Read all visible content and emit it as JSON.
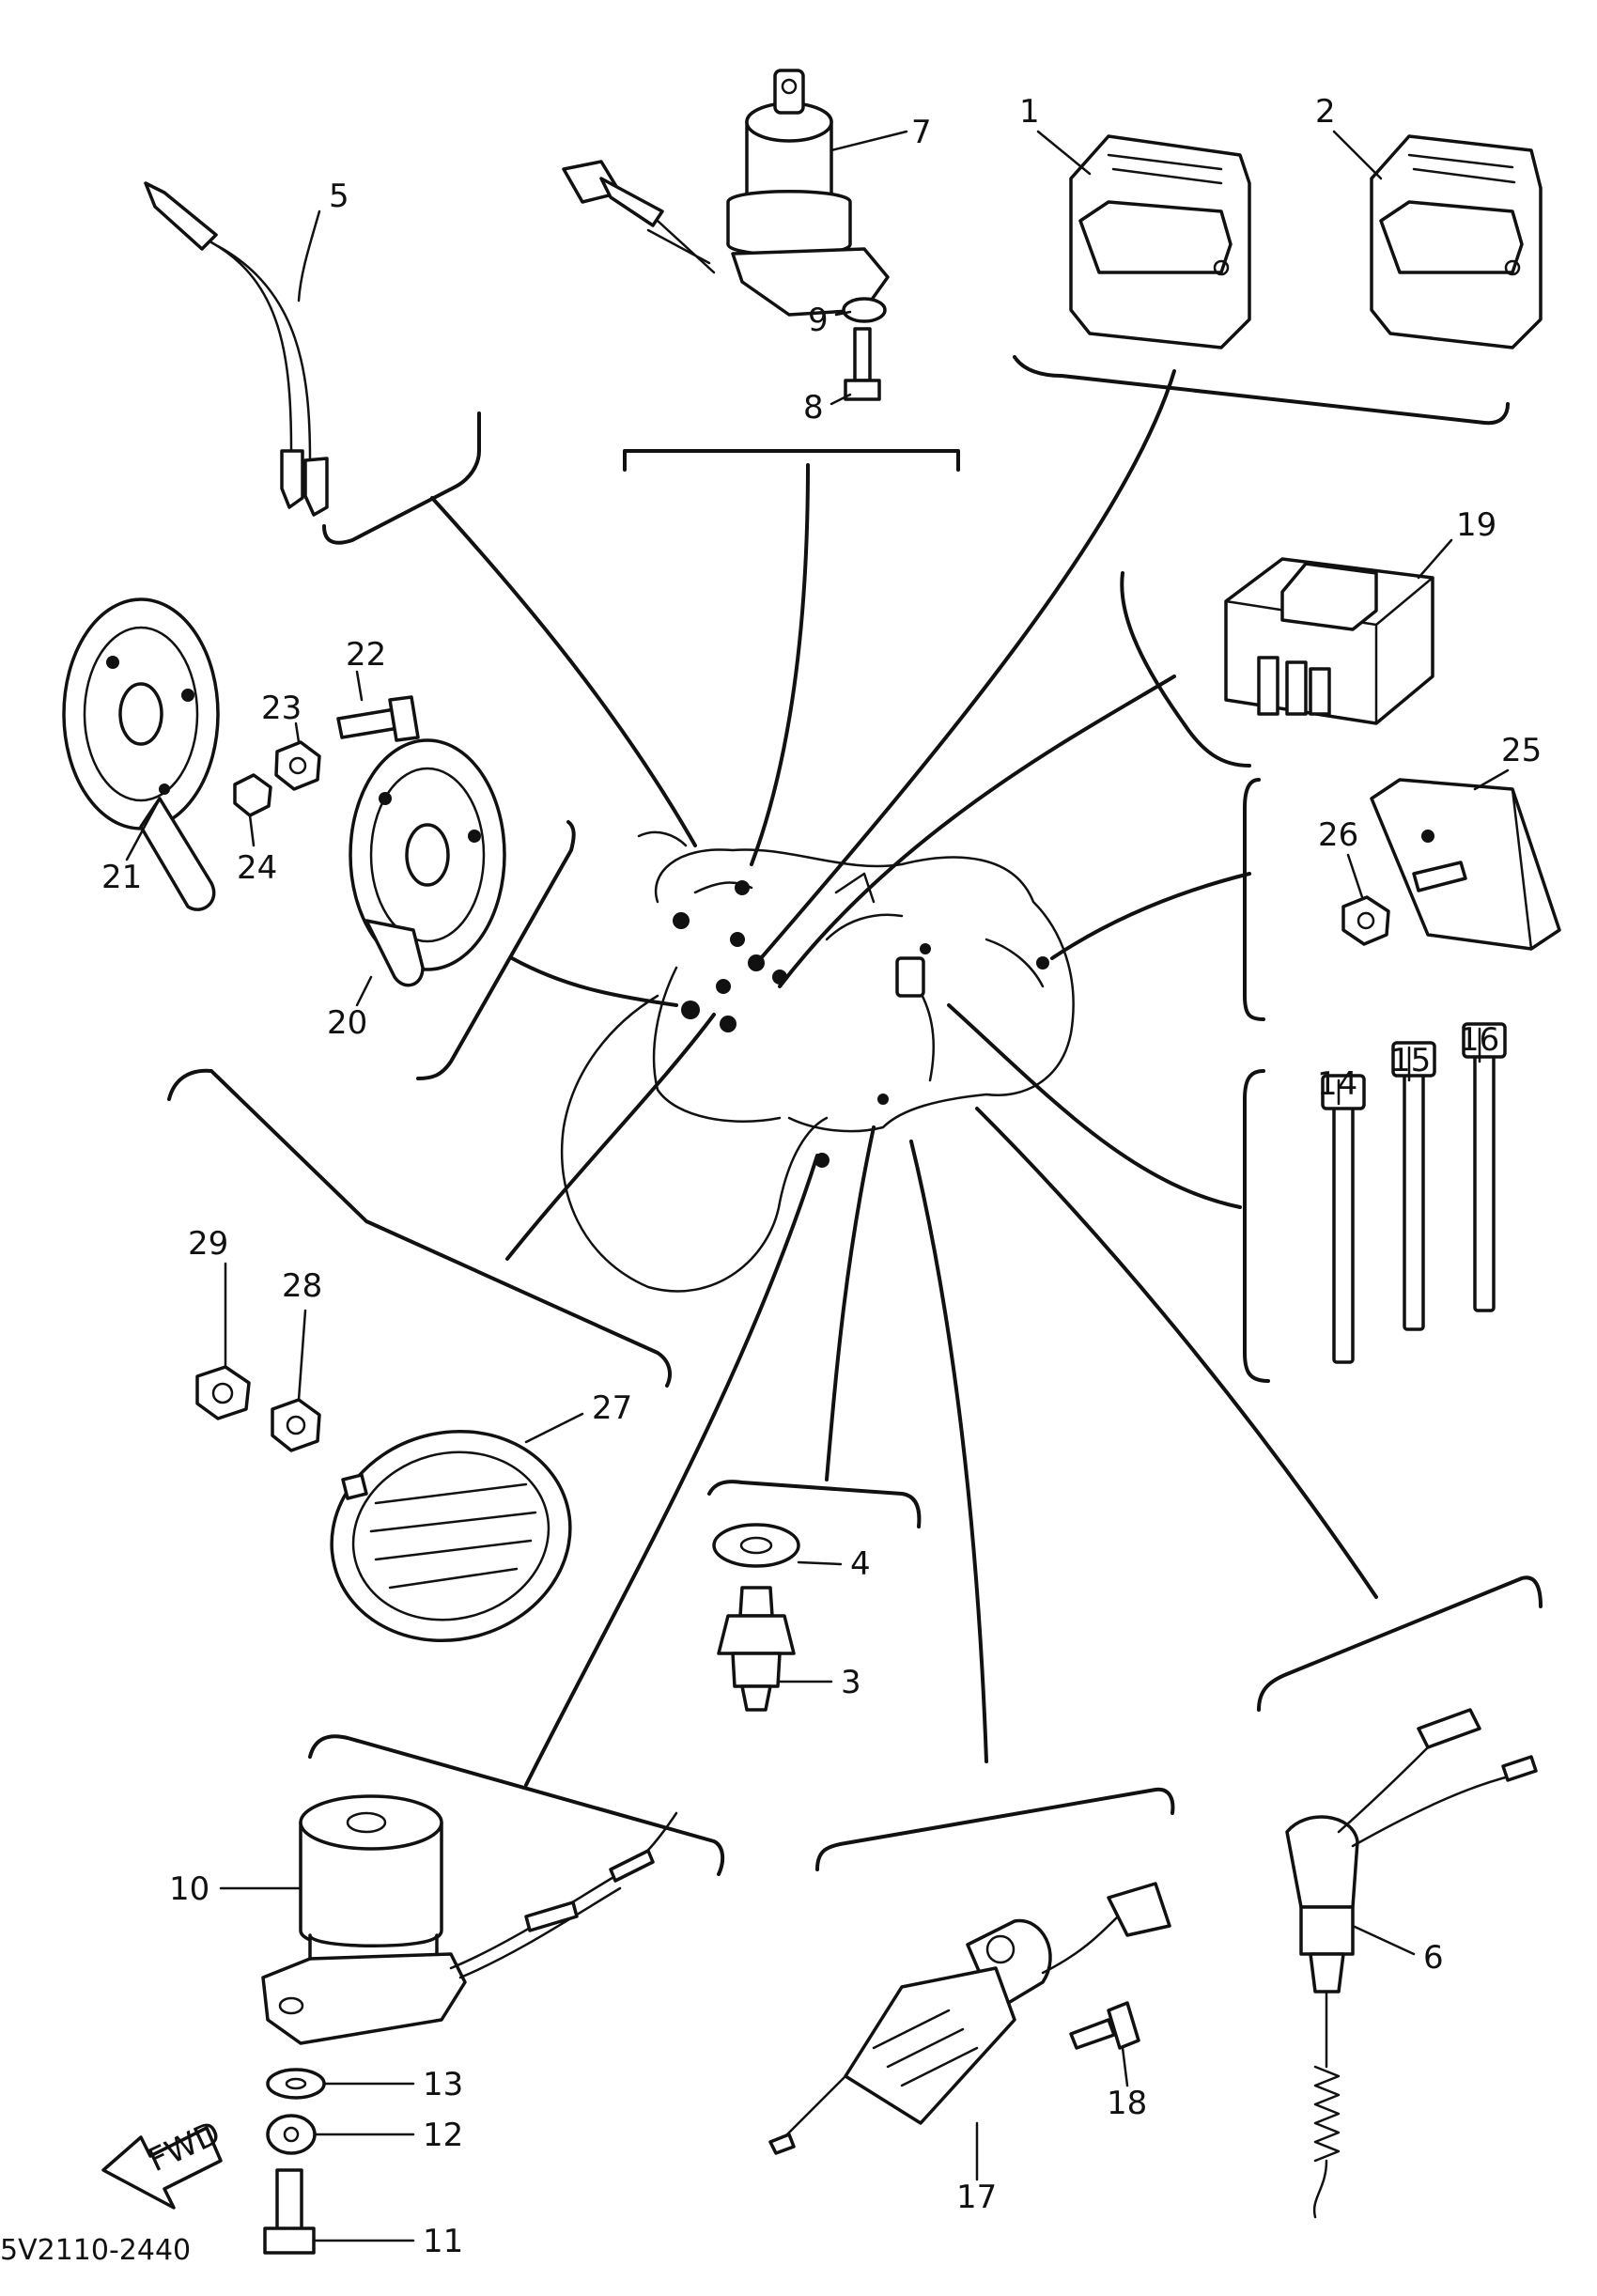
{
  "diagram": {
    "drawing_code": "5V2110-2440",
    "fwd_label": "FWD",
    "callouts": [
      {
        "id": "1",
        "label": "1"
      },
      {
        "id": "2",
        "label": "2"
      },
      {
        "id": "3",
        "label": "3"
      },
      {
        "id": "4",
        "label": "4"
      },
      {
        "id": "5",
        "label": "5"
      },
      {
        "id": "6",
        "label": "6"
      },
      {
        "id": "7",
        "label": "7"
      },
      {
        "id": "8",
        "label": "8"
      },
      {
        "id": "9",
        "label": "9"
      },
      {
        "id": "10",
        "label": "10"
      },
      {
        "id": "11",
        "label": "11"
      },
      {
        "id": "12",
        "label": "12"
      },
      {
        "id": "13",
        "label": "13"
      },
      {
        "id": "14",
        "label": "14"
      },
      {
        "id": "15",
        "label": "15"
      },
      {
        "id": "16",
        "label": "16"
      },
      {
        "id": "17",
        "label": "17"
      },
      {
        "id": "18",
        "label": "18"
      },
      {
        "id": "19",
        "label": "19"
      },
      {
        "id": "20",
        "label": "20"
      },
      {
        "id": "21",
        "label": "21"
      },
      {
        "id": "22",
        "label": "22"
      },
      {
        "id": "23",
        "label": "23"
      },
      {
        "id": "24",
        "label": "24"
      },
      {
        "id": "25",
        "label": "25"
      },
      {
        "id": "26",
        "label": "26"
      },
      {
        "id": "27",
        "label": "27"
      },
      {
        "id": "28",
        "label": "28"
      },
      {
        "id": "29",
        "label": "29"
      }
    ]
  }
}
